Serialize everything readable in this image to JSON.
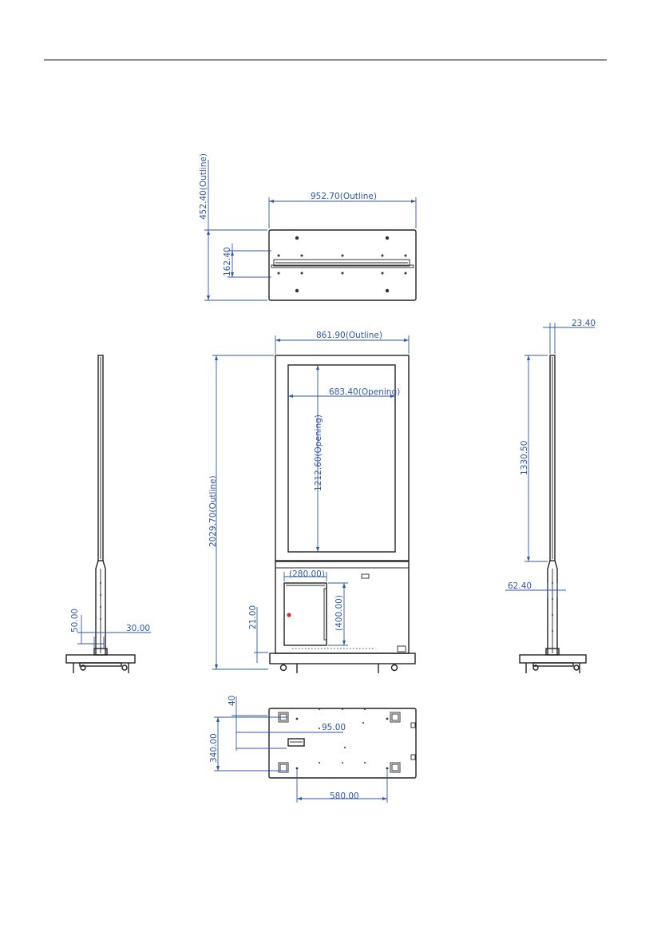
{
  "page": {
    "header_rule": true
  },
  "top_view": {
    "depth_outline": "452.40(Outline)",
    "width_outline": "952.70(Outline)",
    "bracket_depth": "162.40"
  },
  "front_view": {
    "width_outline": "861.90(Outline)",
    "opening_width": "683.40(Opening)",
    "opening_height": "1212.60(Opening)",
    "height_outline": "2029.70(Outline)",
    "door_width": "(280.00)",
    "door_height": "(400.00)",
    "clearance": "21.00"
  },
  "left_side_view": {
    "dim_a": "50.00",
    "dim_b": "30.00"
  },
  "right_side_view": {
    "thickness": "23.40",
    "height": "1330.50",
    "dim_c": "62.40"
  },
  "bottom_view": {
    "dim_top": "40",
    "dim_mid": "95.00",
    "depth": "340.00",
    "width": "580.00"
  },
  "colors": {
    "dimension": "#2f57a8",
    "outline": "#222222",
    "marker": "#c0392b"
  }
}
